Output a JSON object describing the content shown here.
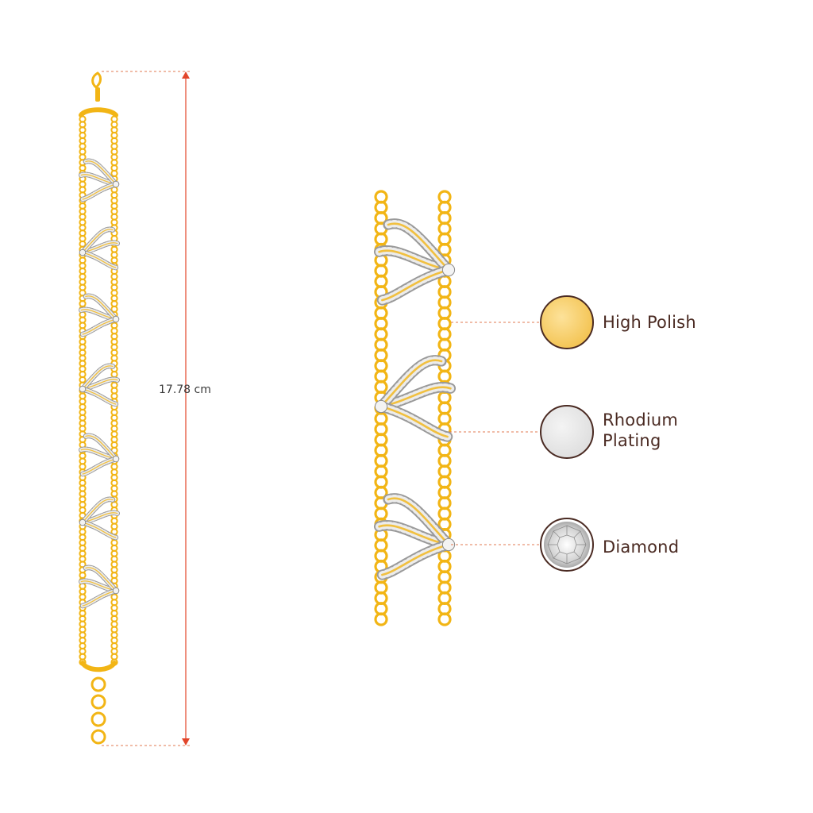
{
  "measurement": {
    "length_label": "17.78 cm"
  },
  "materials": [
    {
      "name_line1": "High Polish",
      "name_line2": "",
      "swatch": "gold-swatch",
      "fill": "#f7c95a"
    },
    {
      "name_line1": "Rhodium",
      "name_line2": "Plating",
      "swatch": "rhodium-swatch",
      "fill": "#e6e6e6"
    },
    {
      "name_line1": "Diamond",
      "name_line2": "",
      "swatch": "diamond-swatch",
      "fill": "#cfcfcf"
    }
  ],
  "colors": {
    "gold": "#f2b515",
    "gold_dark": "#d99a0a",
    "rhodium": "#d8d8d8",
    "leader": "#e07a52",
    "swatch_border": "#4a2a22",
    "label": "#4a2a22"
  }
}
